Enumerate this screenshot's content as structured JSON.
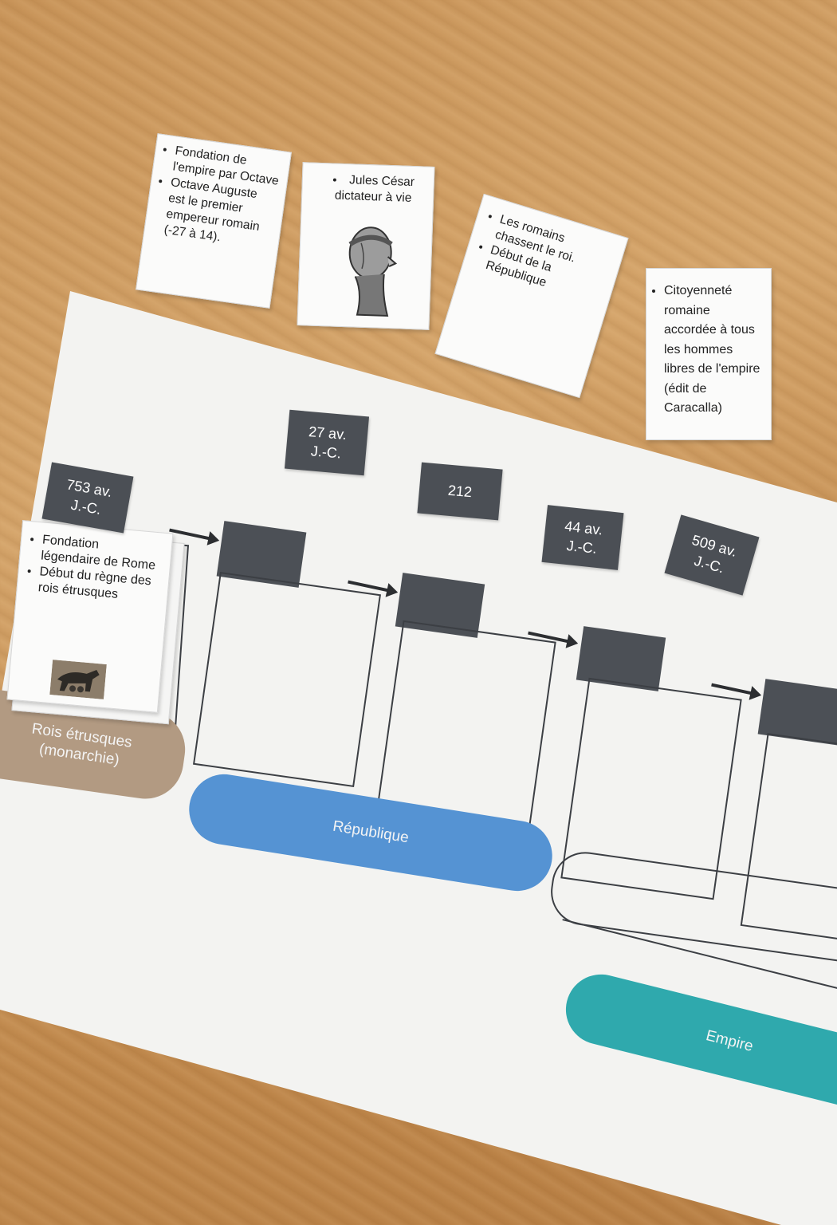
{
  "cards": {
    "empire_foundation": {
      "items": [
        "Fondation de l'empire par Octave",
        "Octave Auguste est le premier empereur romain (-27 à 14)."
      ]
    },
    "caesar": {
      "items": [
        "Jules César dictateur à vie"
      ],
      "image": "caesar-portrait-icon"
    },
    "republic_start": {
      "items": [
        "Les romains chassent le roi.",
        "Début de la République"
      ]
    },
    "citizenship": {
      "items": [
        "Citoyenneté romaine accordée à tous les hommes libres de l'empire (édit de Caracalla)"
      ]
    },
    "rome_foundation": {
      "items": [
        "Fondation légendaire de Rome",
        "Début du règne des rois étrusques"
      ],
      "image": "she-wolf-statue-icon"
    }
  },
  "dates": {
    "d753": "753 av. J.-C.",
    "d27": "27 av. J.-C.",
    "d212": "212",
    "d44": "44 av. J.-C.",
    "d509": "509 av. J.-C."
  },
  "bands": {
    "monarchy": "Rois étrusques (monarchie)",
    "republic": "République",
    "empire": "Empire"
  },
  "colors": {
    "monarchy": "#b29a82",
    "republic": "#5593d3",
    "empire": "#2fa9ad",
    "date_tile": "#4b4f55",
    "wood": "#c9955a"
  }
}
